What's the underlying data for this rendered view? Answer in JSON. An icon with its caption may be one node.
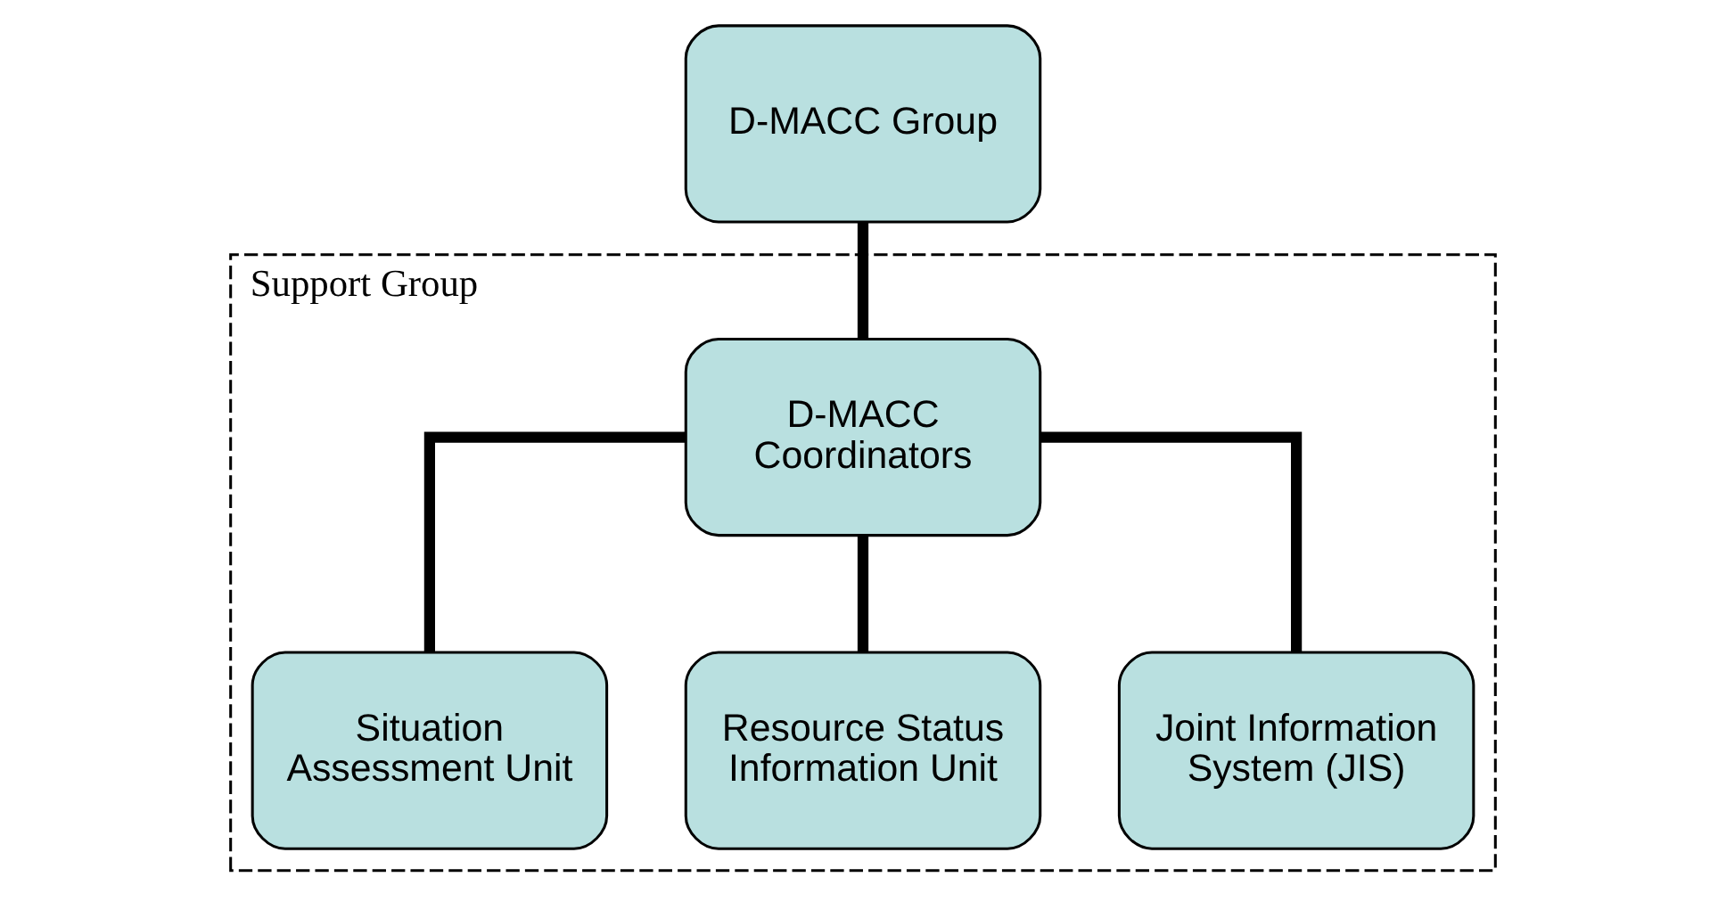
{
  "diagram": {
    "nodes": [
      {
        "text": [
          "D-MACC Group"
        ]
      },
      {
        "text": [
          "Support Group"
        ]
      },
      {
        "text": [
          "D-MACC Coordinators"
        ],
        "in": 1
      },
      {
        "text": [
          "Situation Assessment Unit"
        ],
        "in": 1
      },
      {
        "text": [
          "Resource Status Information Unit"
        ],
        "in": 1
      },
      {
        "text": [
          "Joint Information System (JIS)"
        ],
        "in": 1
      }
    ],
    "edges": [
      {
        "from": 0,
        "to": 2,
        "arrow": "none"
      },
      {
        "from": 2,
        "to": 3,
        "arrow": "none"
      },
      {
        "from": 2,
        "to": 4,
        "arrow": "none"
      },
      {
        "from": 2,
        "to": 5,
        "arrow": "none"
      }
    ]
  }
}
